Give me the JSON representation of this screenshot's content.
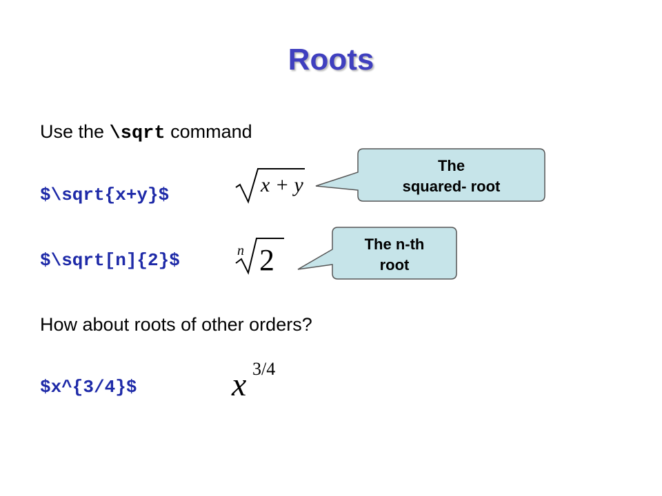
{
  "slide": {
    "title": "Roots",
    "intro": {
      "prefix": "Use the",
      "command": "\\sqrt",
      "suffix": "command"
    },
    "example1": {
      "code": "$\\sqrt{x+y}$",
      "rendered": {
        "radicand": "x + y"
      }
    },
    "example2": {
      "code": "$\\sqrt[n]{2}$",
      "rendered": {
        "index": "n",
        "radicand": "2"
      }
    },
    "question": "How about roots of other orders?",
    "example3": {
      "code": "$x^{3/4}$",
      "rendered": {
        "base": "x",
        "exponent": "3/4"
      }
    },
    "callout1": {
      "line1": "The",
      "line2": "squared- root"
    },
    "callout2": {
      "line1": "The n-th",
      "line2": "root"
    }
  },
  "colors": {
    "title": "#3f3fbf",
    "code": "#1e2aa8",
    "callout_fill": "#c6e4e9",
    "callout_border": "#555555"
  }
}
